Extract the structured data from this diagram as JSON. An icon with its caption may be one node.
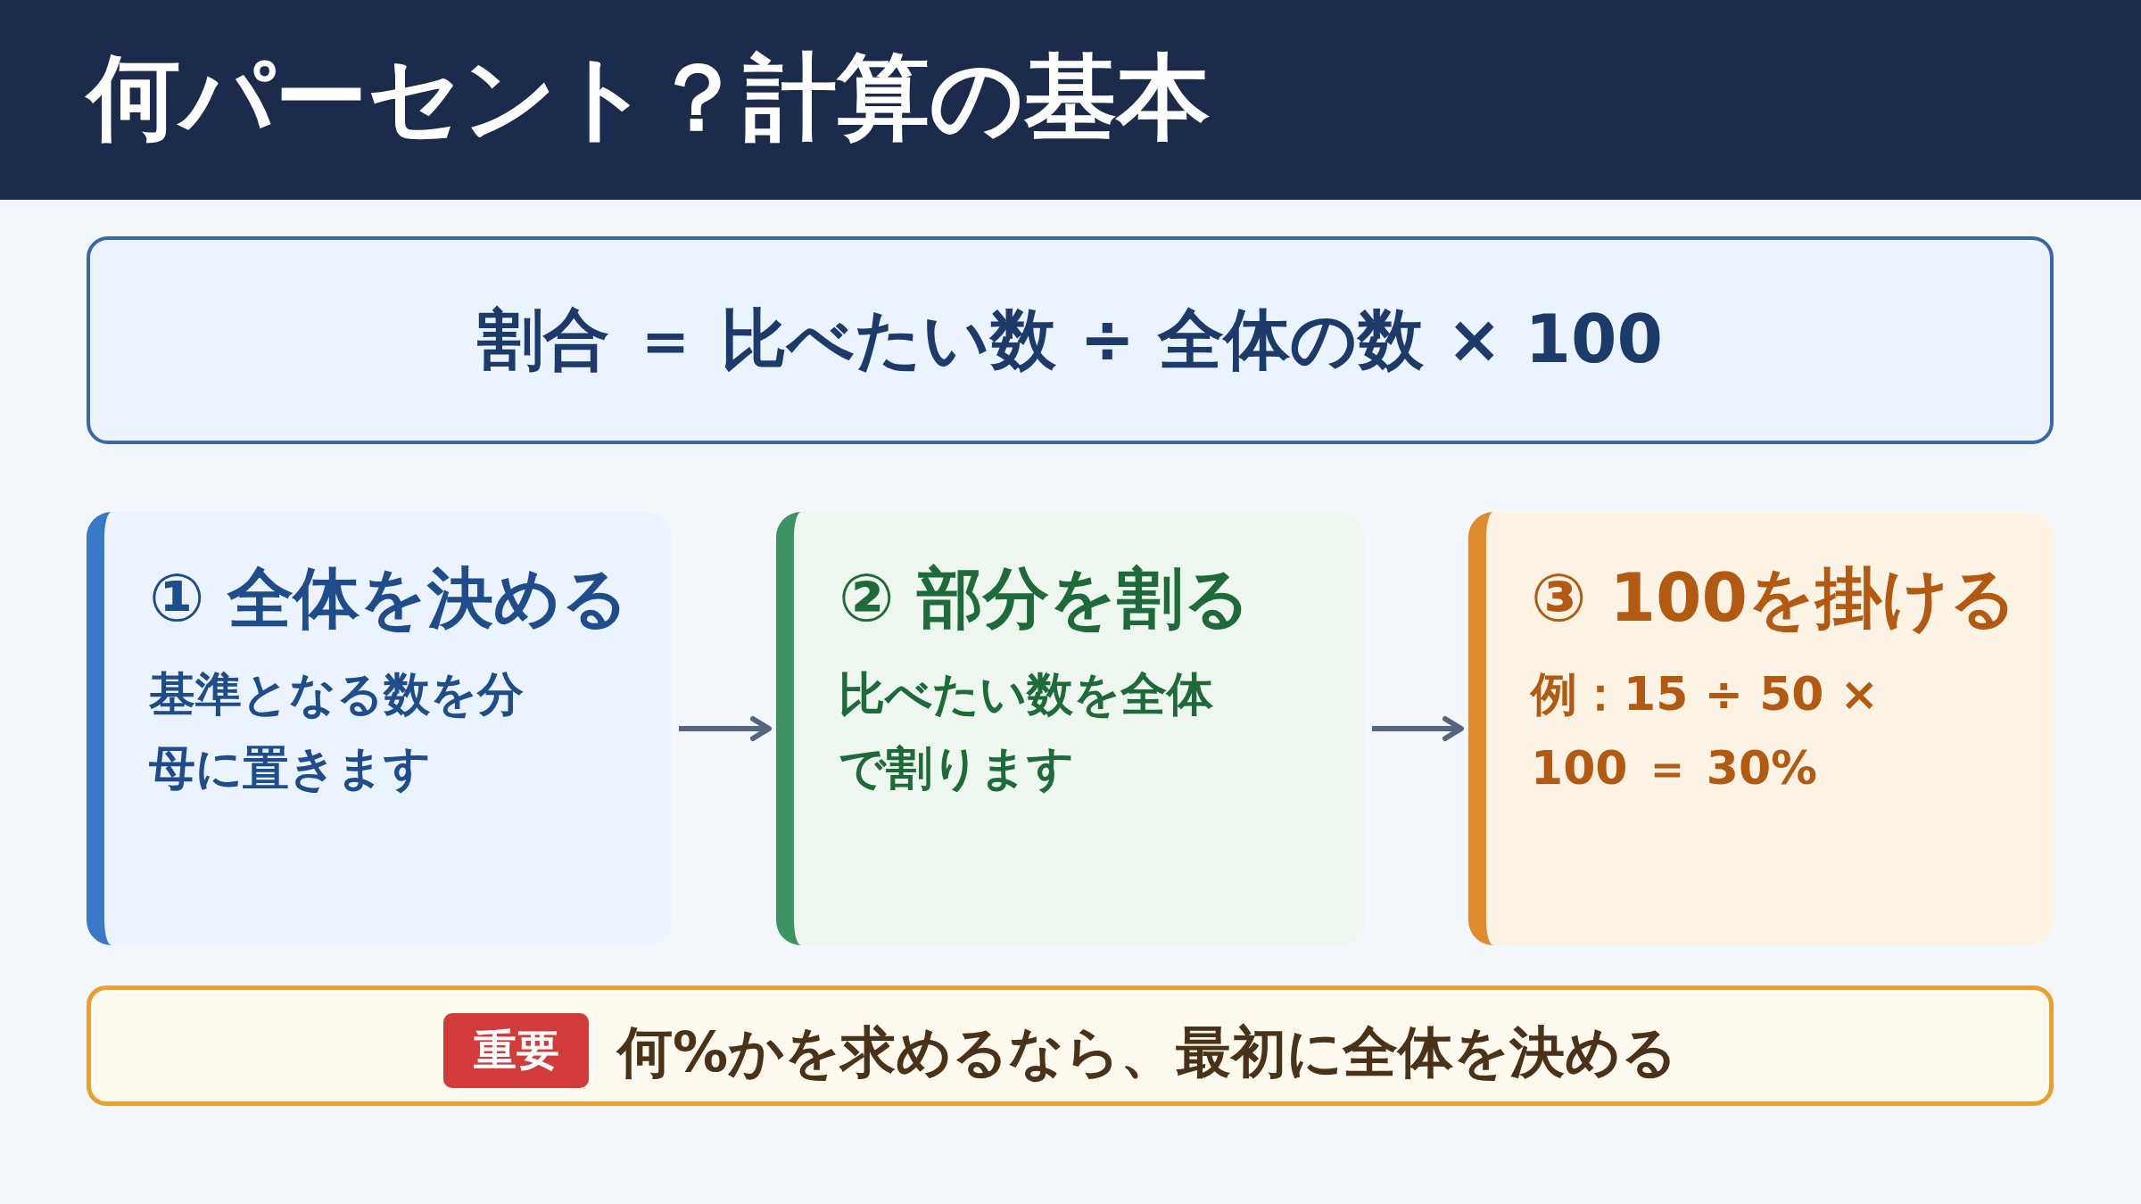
{
  "diagram": {
    "title": "何パーセント？計算の基本",
    "nodes": [
      {
        "text": [
          "割合 ＝ 比べたい数 ÷ 全体の数 × 100"
        ]
      },
      {
        "text": [
          "① 全体を決める",
          "基準となる数を分母に置きます"
        ]
      },
      {
        "text": [
          "② 部分を割る",
          "比べたい数を全体で割ります"
        ]
      },
      {
        "text": [
          "③ 100を掛ける",
          "例：15 ÷ 50 × 100 ＝ 30%"
        ]
      },
      {
        "text": [
          "何%かを求めるなら、最初に全体を決める"
        ]
      },
      {
        "text": [
          "重要"
        ],
        "in": 4
      }
    ],
    "edges": [
      {
        "from": 1,
        "to": 2,
        "arrow": "to"
      },
      {
        "from": 2,
        "to": 3,
        "arrow": "to"
      }
    ]
  }
}
